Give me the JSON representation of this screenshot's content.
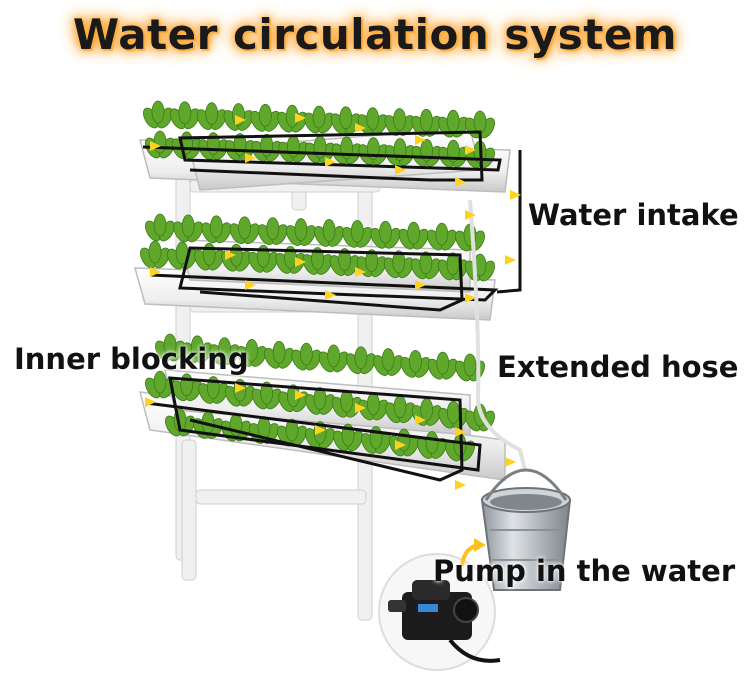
{
  "title": "Water circulation system",
  "labels": {
    "water_intake": "Water intake",
    "inner_blocking": "Inner blocking",
    "extended_hose": "Extended hose",
    "pump_in_water": "Pump in the water"
  },
  "colors": {
    "title_glow": "#ff9a1f",
    "flow_arrow": "#ffd21e",
    "flow_line": "#111111",
    "leaf": "#5fa82c",
    "pipe": "#f2f2f2",
    "bucket": "#b9bec4",
    "pump": "#1c1c1c"
  },
  "icons": [
    "arrow-icon",
    "plant-icon",
    "bucket-icon",
    "pump-icon"
  ]
}
